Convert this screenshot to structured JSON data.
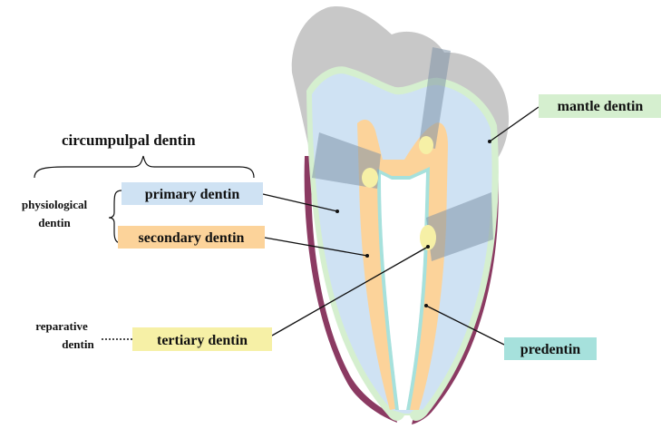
{
  "labels": {
    "circumpulpal": "circumpulpal dentin",
    "physiological_line1": "physiological",
    "physiological_line2": "dentin",
    "primary": "primary dentin",
    "secondary": "secondary dentin",
    "reparative_line1": "reparative",
    "reparative_line2": "dentin",
    "tertiary": "tertiary dentin",
    "mantle": "mantle dentin",
    "predentin": "predentin"
  },
  "colors": {
    "enamel": "#c8c8c8",
    "primary_dentin": "#cfe2f3",
    "secondary_dentin": "#fcd39a",
    "tertiary_dentin": "#f6f0a6",
    "mantle_dentin": "#d5efcf",
    "predentin": "#a6e1dc",
    "cementum": "#8b3a62",
    "tubule_band": "#7f93a8",
    "leader_line": "#111111"
  }
}
